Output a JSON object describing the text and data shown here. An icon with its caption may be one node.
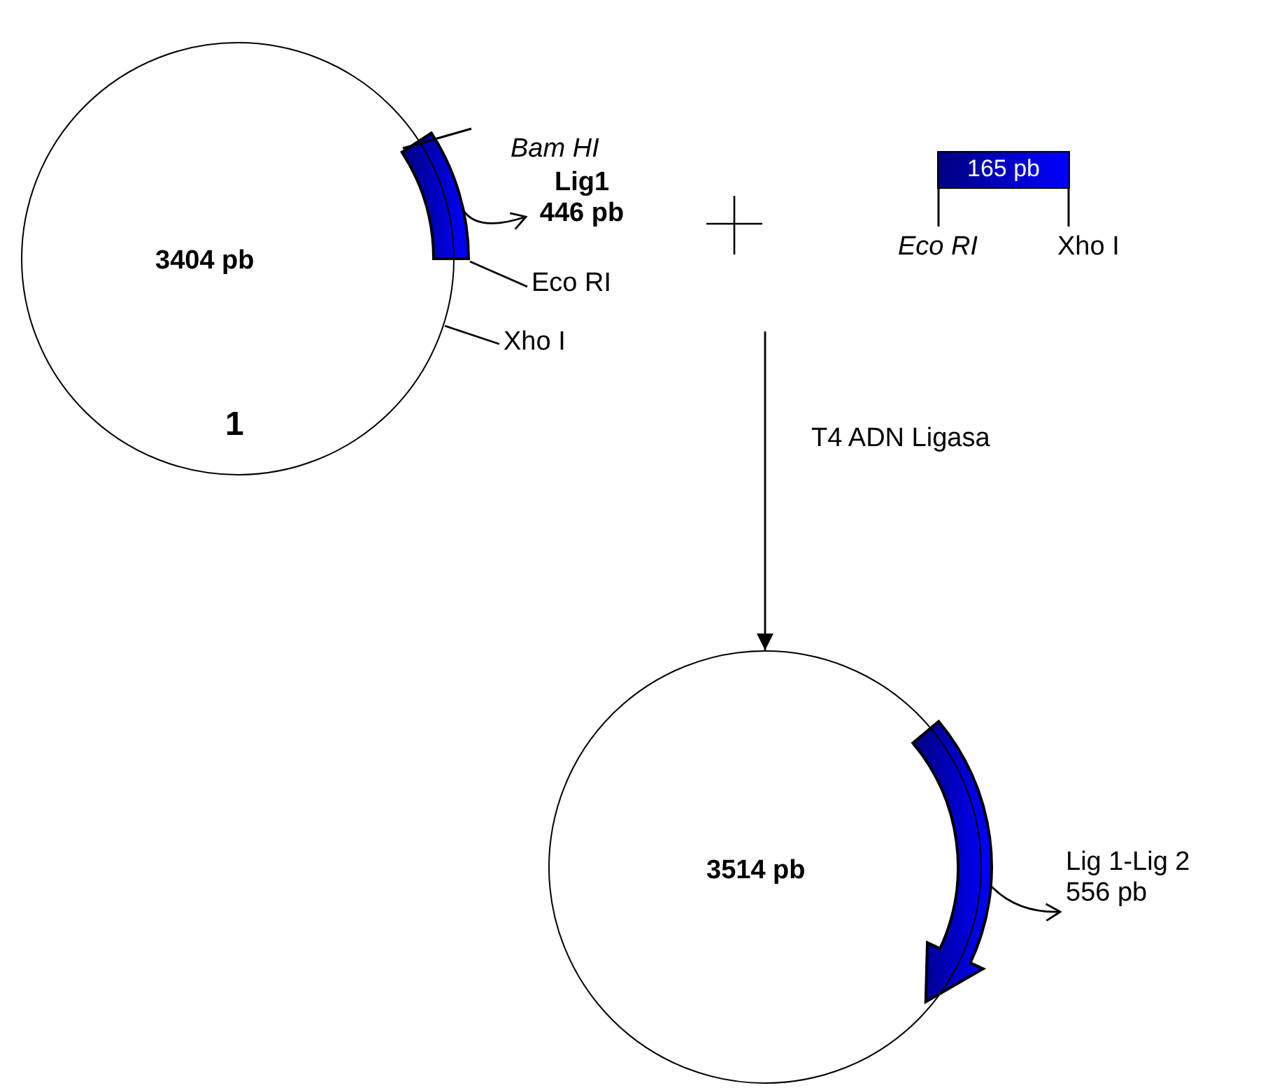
{
  "diagram": {
    "nodes": [
      {
        "text": [
          "3404 pb",
          "1"
        ]
      },
      {
        "text": [],
        "shape": "bar"
      },
      {
        "text": [
          "Lig1 446 pb"
        ]
      },
      {
        "text": [
          "Eco RI"
        ]
      },
      {
        "text": [
          "Xho I"
        ]
      },
      {
        "text": [
          "165 pb"
        ]
      },
      {
        "text": [
          "3514 pb"
        ]
      },
      {
        "text": [],
        "shape": "arrow"
      },
      {
        "text": [
          "Lig 1-Lig 2 556 pb"
        ]
      }
    ],
    "edges": [
      {
        "from": 1,
        "to": 2,
        "arrow": "to"
      },
      {
        "from": 3,
        "to": 1,
        "arrow": "none"
      },
      {
        "from": 4,
        "to": 0,
        "arrow": "none"
      },
      {
        "from": null,
        "to": 6,
        "arrow": "to",
        "label": "T4 ADN Ligasa"
      },
      {
        "from": 7,
        "to": 8,
        "arrow": "to"
      }
    ],
    "labels": [
      "Bam HI",
      "Eco RI",
      "Xho I"
    ]
  }
}
